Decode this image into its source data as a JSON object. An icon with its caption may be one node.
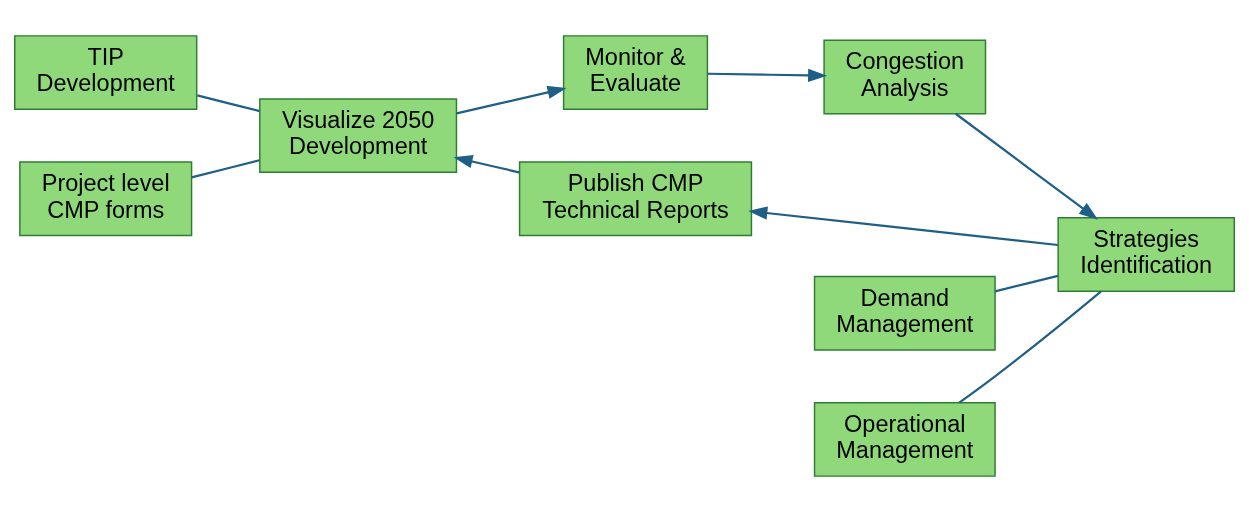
{
  "diagram": {
    "nodes": [
      {
        "text": [
          "TIP Development"
        ]
      },
      {
        "text": [
          "Visualize 2050 Development"
        ]
      },
      {
        "text": [
          "Project level CMP forms"
        ]
      },
      {
        "text": [
          "Monitor & Evaluate"
        ]
      },
      {
        "text": [
          "Congestion Analysis"
        ]
      },
      {
        "text": [
          "Demand Management"
        ]
      },
      {
        "text": [
          "Strategies Identification"
        ]
      },
      {
        "text": [
          "Operational Management"
        ]
      },
      {
        "text": [
          "Publish CMP Technical Reports"
        ]
      }
    ],
    "edges": [
      {
        "from": 1,
        "to": 3,
        "arrow": "to"
      },
      {
        "from": 3,
        "to": 4,
        "arrow": "to"
      },
      {
        "from": 4,
        "to": 6,
        "arrow": "to"
      },
      {
        "from": 6,
        "to": 8,
        "arrow": "to"
      },
      {
        "from": 8,
        "to": 1,
        "arrow": "to"
      },
      {
        "from": 0,
        "to": 1,
        "arrow": "none"
      },
      {
        "from": 2,
        "to": 1,
        "arrow": "none"
      },
      {
        "from": 5,
        "to": 6,
        "arrow": "none"
      },
      {
        "from": 7,
        "to": 6,
        "arrow": "none"
      }
    ]
  }
}
